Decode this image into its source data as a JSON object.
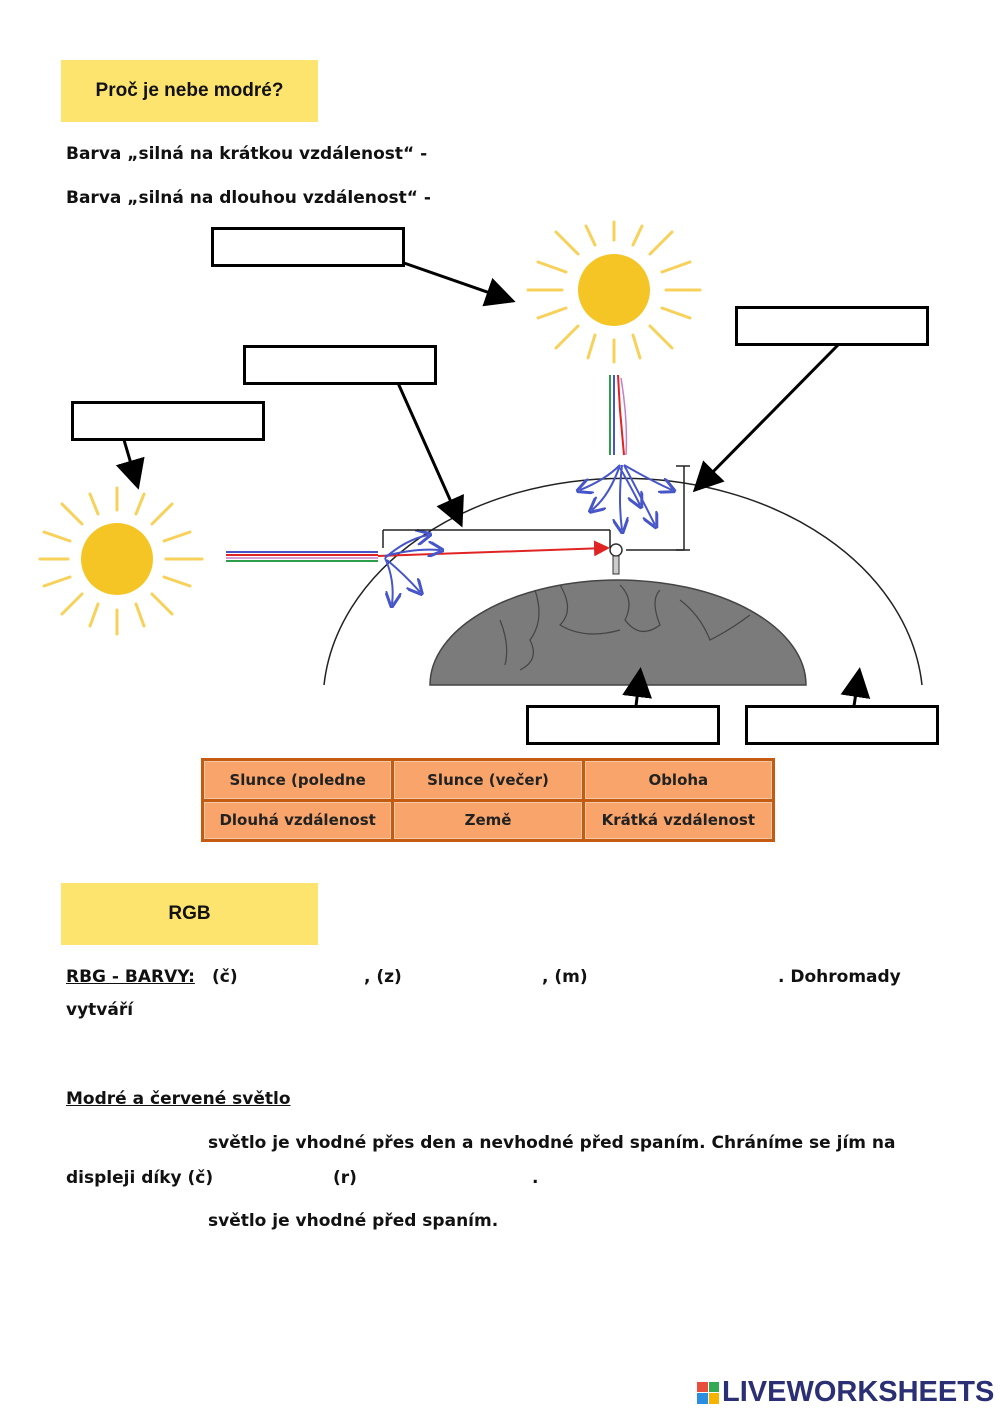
{
  "section1": {
    "title": "Proč je nebe modré?",
    "line_short": "Barva „silná na krátkou vzdálenost“ -",
    "line_long": "Barva „silná na dlouhou vzdálenost“ -"
  },
  "word_bank": {
    "row1": [
      "Slunce (poledne",
      "Slunce (večer)",
      "Obloha"
    ],
    "row2": [
      "Dlouhá vzdálenost",
      "Země",
      "Krátká vzdálenost"
    ]
  },
  "section2": {
    "title": "RGB",
    "rgb_label": "RBG - BARVY:",
    "rgb_c": "(č)",
    "rgb_z": ", (z)",
    "rgb_m": ", (m)",
    "rgb_together": ". Dohromady",
    "rgb_creates": "vytváří"
  },
  "section3": {
    "title": "Modré a červené světlo",
    "line1": "světlo je vhodné přes den a nevhodné před spaním. Chráníme se jím na",
    "line2_start": "displeji díky (č)",
    "line2_r": "(r)",
    "line2_dot": ".",
    "line3": "světlo je vhodné před spaním."
  },
  "footer": {
    "logo_text": "LIVEWORKSHEETS"
  },
  "colors": {
    "header_bg": "#fde46f",
    "sun": "#f5c526",
    "sun_rays": "#f7d15a",
    "earth": "#7b7b7b",
    "word_bank_border": "#c55a11",
    "word_bank_cell": "#f8a46a",
    "scatter": "#4656c9",
    "red_ray": "#e02424",
    "green_ray": "#2e9d4a",
    "logo": "#2b2f73"
  }
}
